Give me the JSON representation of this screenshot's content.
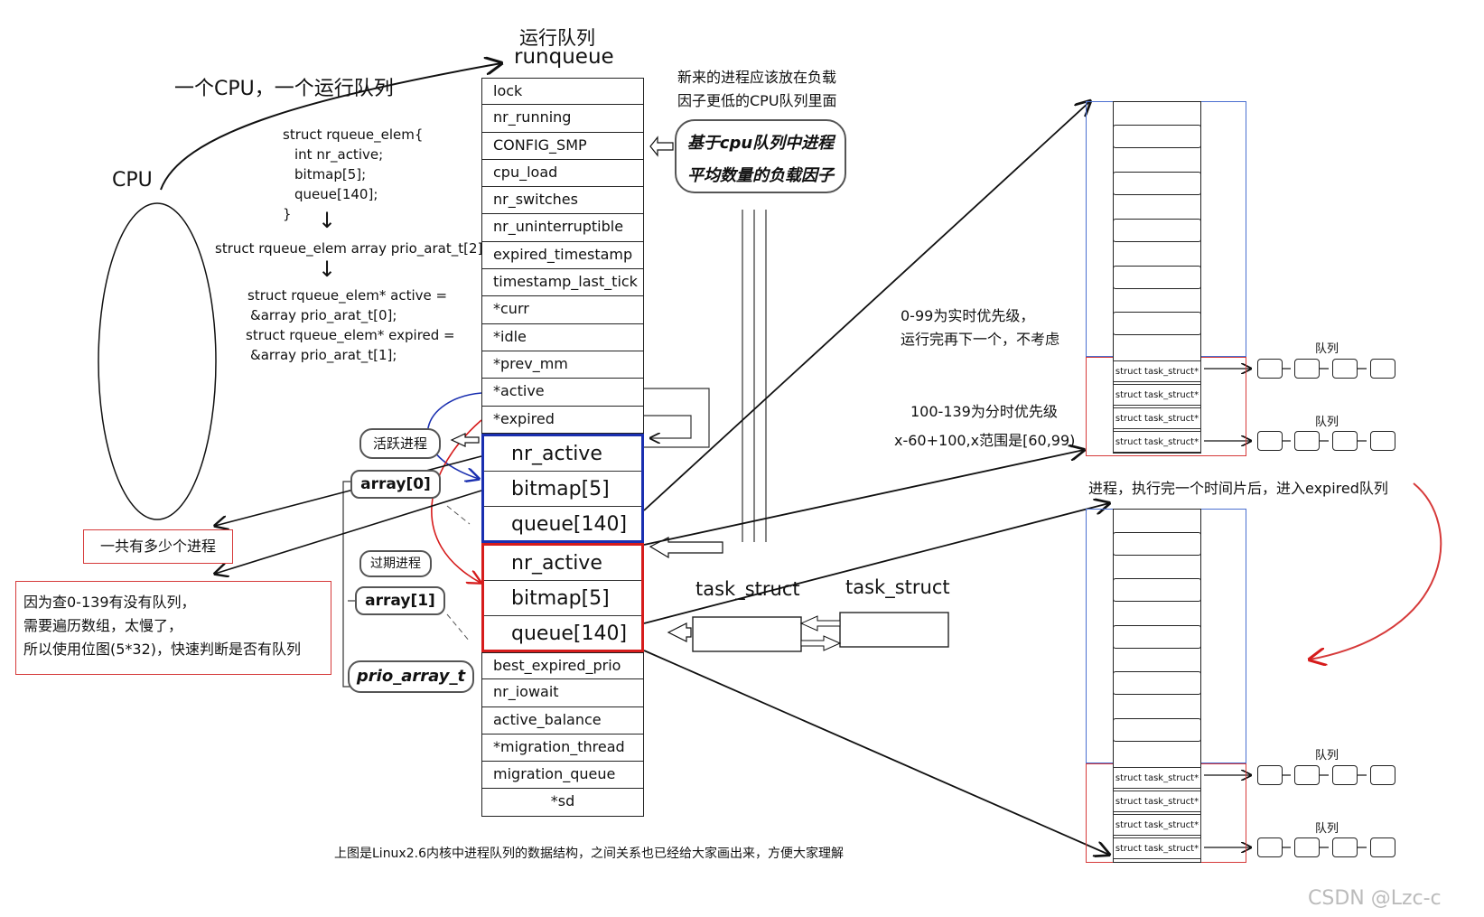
{
  "title_cn": "运行队列",
  "title_en": "runqueue",
  "headline": "一个CPU，一个运行队列",
  "cpu_label": "CPU",
  "rq_fields_top": [
    "lock",
    "nr_running",
    "CONFIG_SMP",
    "cpu_load",
    "nr_switches",
    "nr_uninterruptible",
    "expired_timestamp",
    "timestamp_last_tick",
    "*curr",
    "*idle",
    "*prev_mm",
    "*active",
    "*expired"
  ],
  "prio_array_fields": [
    "nr_active",
    "bitmap[5]",
    "queue[140]"
  ],
  "rq_fields_bottom": [
    "best_expired_prio",
    "nr_iowait",
    "active_balance",
    "*migration_thread",
    "migration_queue",
    "*sd"
  ],
  "code": {
    "l1": "struct rqueue_elem{",
    "l2": "int nr_active;",
    "l3": "bitmap[5];",
    "l4": "queue[140];",
    "l5": "}",
    "arrow1": "↓",
    "l6": "struct rqueue_elem array prio_arat_t[2];",
    "arrow2": "↓",
    "l7": "struct rqueue_elem* active =",
    "l8": "&array prio_arat_t[0];",
    "l9": "struct rqueue_elem* expired =",
    "l10": "&array prio_arat_t[1];"
  },
  "note_new_process": {
    "line1": "新来的进程应该放在负载",
    "line2": "因子更低的CPU队列里面"
  },
  "load_factor_bubble": {
    "line1": "基于cpu队列中进程",
    "line2": "平均数量的负载因子"
  },
  "bubbles": {
    "active_process": "活跃进程",
    "array0": "array[0]",
    "expired_process": "过期进程",
    "array1": "array[1]",
    "prio_array_t": "prio_array_t"
  },
  "note_count": "一共有多少个进程",
  "note_bitmap": {
    "line1": "因为查0-139有没有队列，",
    "line2": "需要遍历数组，太慢了，",
    "line3": "所以使用位图(5*32)，快速判断是否有队列"
  },
  "task_struct_labels": [
    "task_struct",
    "task_struct"
  ],
  "note_realtime": {
    "line1": "0-99为实时优先级，",
    "line2": "运行完再下一个，不考虑"
  },
  "note_timeshare": {
    "line1": "100-139为分时优先级",
    "line2": "x-60+100,x范围是[60,99)"
  },
  "note_expire": "进程，执行完一个时间片后，进入expired队列",
  "struct_task_label": "struct task_struct*",
  "queue_label": "队列",
  "caption": "上图是Linux2.6内核中进程队列的数据结构，之间关系也已经给大家画出来，方便大家理解",
  "watermark": "CSDN @Lzc-c",
  "colors": {
    "blue": "#1a2fb0",
    "red": "#d61c1c",
    "panel_blue": "#4a6fd0",
    "panel_red": "#d63a3a"
  }
}
